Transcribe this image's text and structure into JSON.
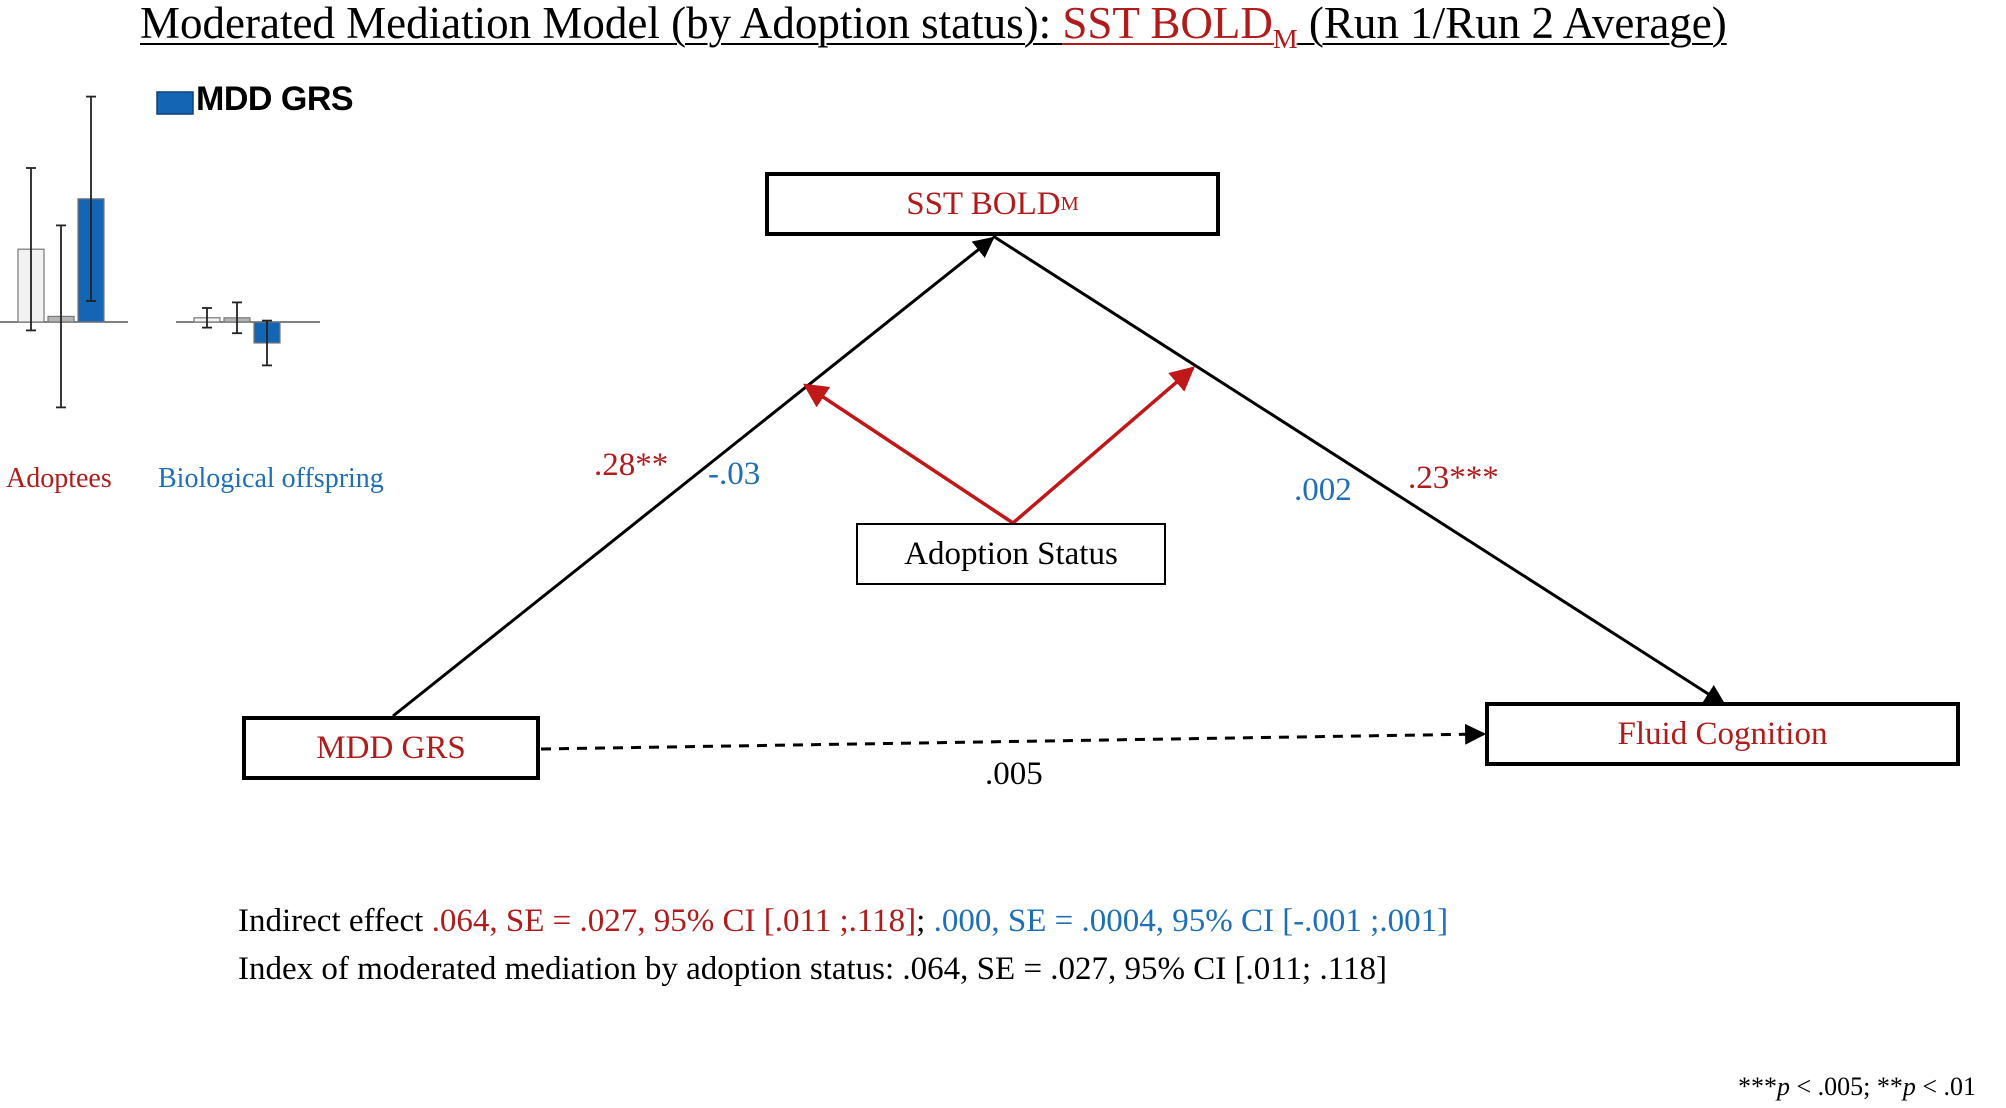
{
  "title": {
    "prefix": "Moderated Mediation Model (by Adoption status): ",
    "highlight": "SST BOLD",
    "highlight_sub": "M",
    "suffix": " (Run 1/Run 2 Average)"
  },
  "legend": {
    "label": "MDD GRS",
    "swatch_color": "#1565b5"
  },
  "chart_data": {
    "type": "bar",
    "groups": [
      "Adoptees",
      "Biological offspring"
    ],
    "series": [
      {
        "values": [
          0.52,
          0.03
        ],
        "error": [
          0.58,
          0.07
        ],
        "color": "#f2f2f2"
      },
      {
        "values": [
          0.04,
          0.03
        ],
        "error": [
          0.65,
          0.11
        ],
        "color": "#b5b5b5"
      },
      {
        "values": [
          0.88,
          -0.15
        ],
        "error": [
          0.73,
          0.16
        ],
        "color": "#1565b5"
      }
    ],
    "ylim": [
      -0.65,
      1.6
    ],
    "baseline": 0
  },
  "nodes": {
    "mediator": {
      "label": "SST BOLD",
      "sub": "M"
    },
    "predictor": {
      "label": "MDD GRS"
    },
    "outcome": {
      "label": "Fluid Cognition"
    },
    "moderator": {
      "label": "Adoption Status"
    }
  },
  "paths": {
    "a_adoptees": ".28**",
    "a_bio": "-.03",
    "b_bio": ".002",
    "b_adoptees": ".23***",
    "c_prime": ".005"
  },
  "stats": {
    "indirect_prefix": "Indirect effect ",
    "indirect_adoptees": ".064, SE = .027, 95% CI [.011 ;.118]",
    "separator": "; ",
    "indirect_bio": ".000, SE = .0004, 95% CI [-.001 ;.001]",
    "moderated_mediation": "Index of moderated mediation by adoption status: .064, SE = .027, 95% CI [.011; .118]"
  },
  "footnote": {
    "p1_stars": "***",
    "p1_text": " < .005; ",
    "p2_stars": "**",
    "p2_text": " < .01",
    "p_symbol": "p"
  },
  "colors": {
    "adoptees": "#b01c1c",
    "biological": "#1e6fb8",
    "moderator_arrow": "#c01818",
    "path_arrow": "#000000"
  }
}
